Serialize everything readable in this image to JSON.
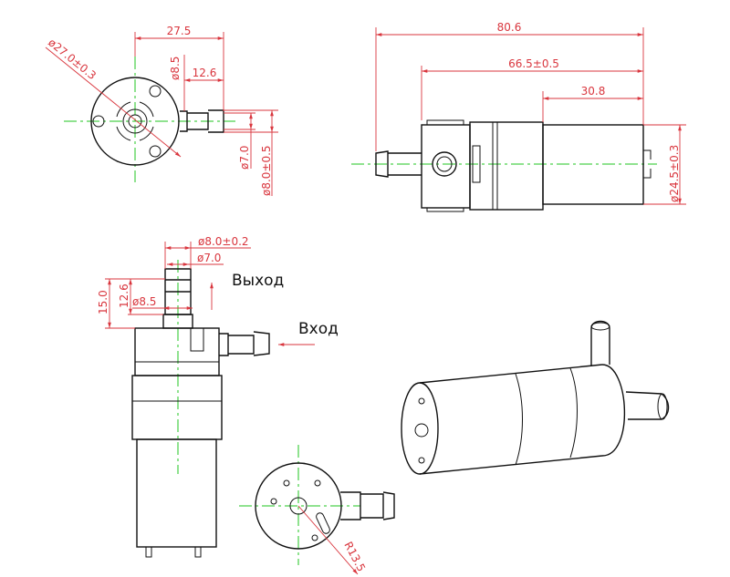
{
  "title": "Water pump dimension drawing",
  "colors": {
    "dimension": "#d9363e",
    "centerline": "#1fc41f",
    "outline": "#111111"
  },
  "end_view": {
    "width_to_barb": "27.5",
    "body_diameter": "ø27.0±0.3",
    "collar_diameter": "ø8.5",
    "tube_length": "12.6",
    "tube_inner_diameter": "ø7.0",
    "barb_diameter": "ø8.0±0.5"
  },
  "side_view": {
    "overall_length": "80.6",
    "body_length": "66.5±0.5",
    "motor_length": "30.8",
    "motor_diameter": "ø24.5±0.3"
  },
  "front_view": {
    "barb_diameter": "ø8.0±0.2",
    "tube_diameter": "ø7.0",
    "outlet_height": "15.0",
    "tube_length": "12.6",
    "collar_diameter": "ø8.5",
    "outlet_label": "Выход",
    "inlet_label": "Вход"
  },
  "bottom_view": {
    "radius": "R13.5"
  }
}
